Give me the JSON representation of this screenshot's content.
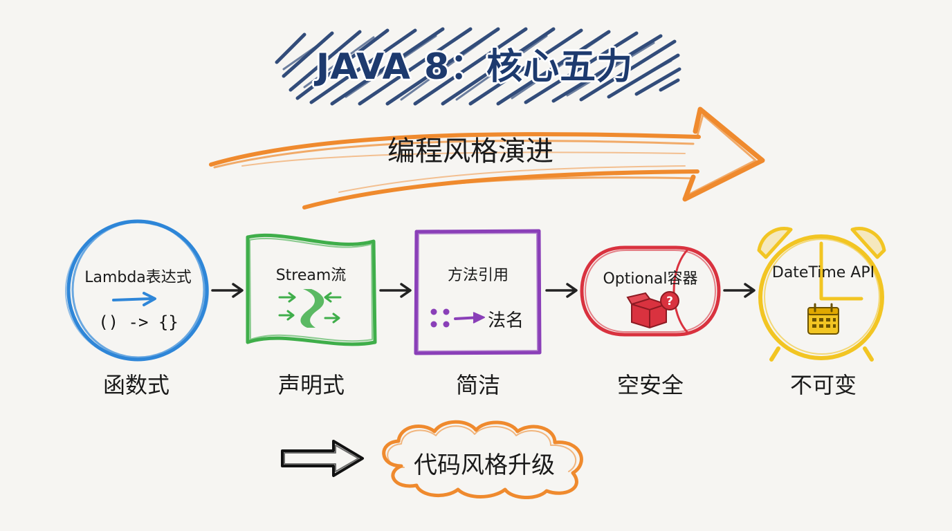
{
  "title": "JAVA 8：核心五力",
  "evolution_arrow_label": "编程风格演进",
  "stages": [
    {
      "label": "Lambda表达式",
      "subtitle": "函数式",
      "code": "() -> {}"
    },
    {
      "label": "Stream流",
      "subtitle": "声明式"
    },
    {
      "label": "方法引用",
      "subtitle": "简洁",
      "method_text": "法名"
    },
    {
      "label": "Optional容器",
      "subtitle": "空安全"
    },
    {
      "label": "DateTime API",
      "subtitle": "不可变"
    }
  ],
  "upgrade_label": "代码风格升级",
  "colors": {
    "title_scribble": "#1d3a6e",
    "evolution_arrow": "#ef8a2e",
    "lambda": "#2e86d8",
    "stream": "#3fae4a",
    "method_ref": "#8a3fb8",
    "optional": "#d9323f",
    "datetime": "#f2c523",
    "cloud": "#ef8a2e"
  },
  "icons": [
    "arrow-right-icon",
    "winding-road-icon",
    "dots-arrow-icon",
    "question-box-icon",
    "calendar-icon",
    "alarm-clock-icon",
    "outline-arrow-icon"
  ]
}
